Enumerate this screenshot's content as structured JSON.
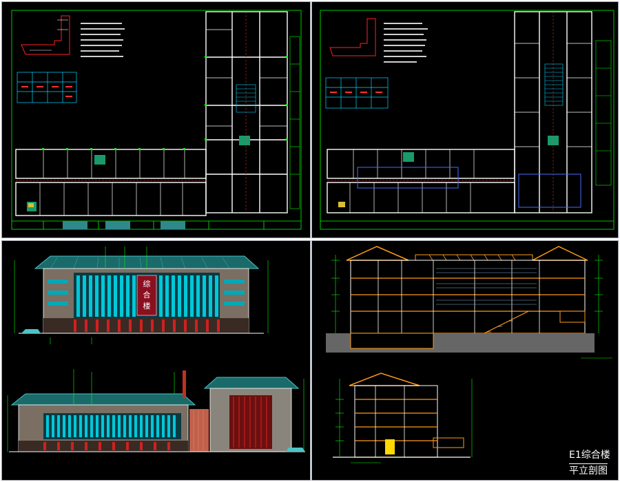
{
  "caption": {
    "line1": "E1综合楼",
    "line2": "平立剖图"
  },
  "elevation_sign": [
    "综",
    "合",
    "楼"
  ],
  "colors": {
    "background": "#000000",
    "frame": "#9aa0a8",
    "dimension": "#00ff00",
    "wall": "#ffffff",
    "axis": "#ff3030",
    "glazing": "#00c8d8",
    "roof": "#4ec3c3",
    "section": "#ff9a1a",
    "stone": "#8a7d6e",
    "accent": "#ffd800"
  }
}
